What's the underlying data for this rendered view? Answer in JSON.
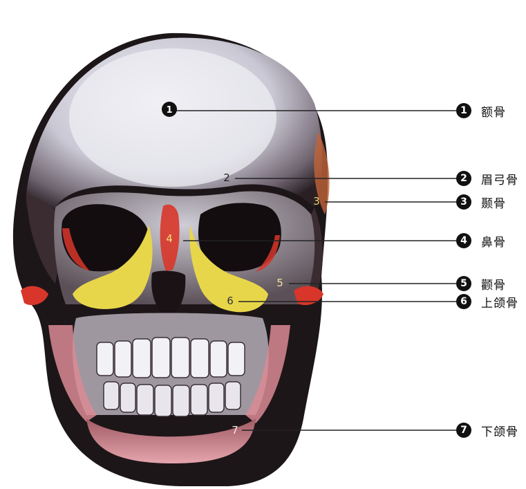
{
  "labels": [
    {
      "num": "1",
      "name": "额骨"
    },
    {
      "num": "2",
      "name": "眉弓骨"
    },
    {
      "num": "3",
      "name": "颞骨"
    },
    {
      "num": "4",
      "name": "鼻骨"
    },
    {
      "num": "5",
      "name": "颧骨"
    },
    {
      "num": "6",
      "name": "上颌骨"
    },
    {
      "num": "7",
      "name": "下颌骨"
    }
  ],
  "markers": [
    "1",
    "2",
    "3",
    "4",
    "5",
    "6",
    "7"
  ],
  "colors": {
    "frontal": "#dcdde6",
    "highlight_yellow": "#e8d64a",
    "highlight_red": "#d8362a",
    "mandible_pink": "#d98a94",
    "shadow": "#1a1416"
  }
}
